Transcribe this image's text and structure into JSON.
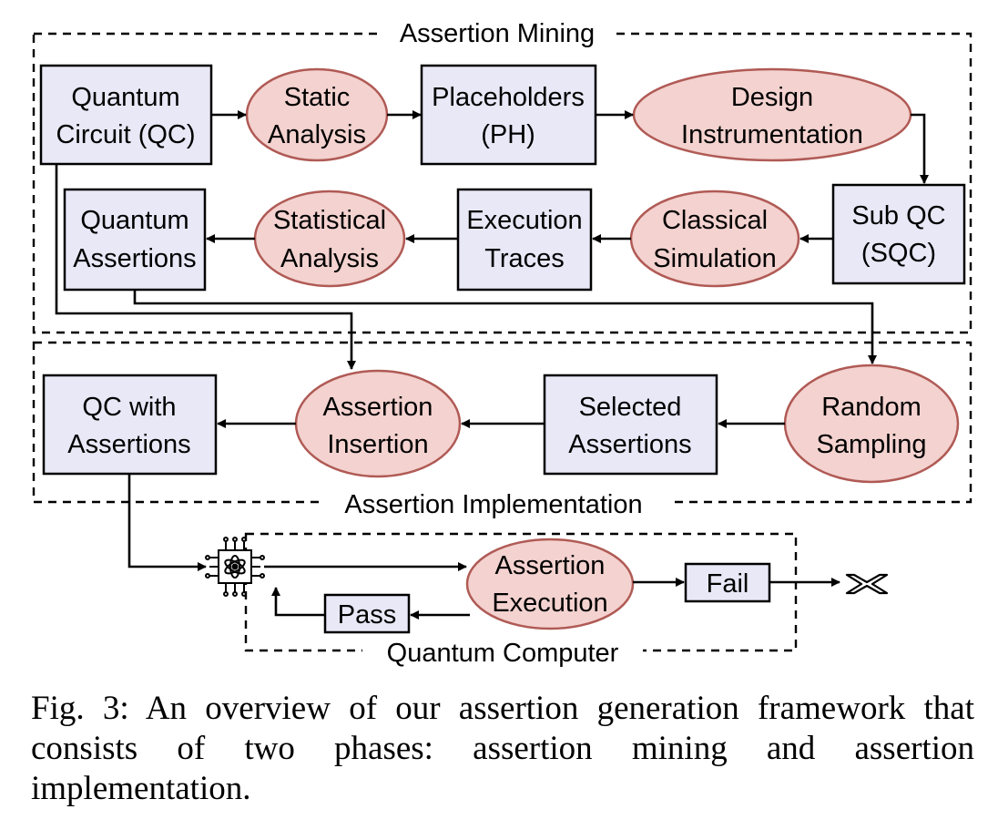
{
  "groups": {
    "mining": "Assertion Mining",
    "implementation": "Assertion Implementation",
    "computer": "Quantum Computer"
  },
  "nodes": {
    "quantum_circuit": [
      "Quantum",
      "Circuit (QC)"
    ],
    "static_analysis": [
      "Static",
      "Analysis"
    ],
    "placeholders": [
      "Placeholders",
      "(PH)"
    ],
    "design_instrumentation": [
      "Design",
      "Instrumentation"
    ],
    "sub_qc": [
      "Sub QC",
      "(SQC)"
    ],
    "classical_simulation": [
      "Classical",
      "Simulation"
    ],
    "execution_traces": [
      "Execution",
      "Traces"
    ],
    "statistical_analysis": [
      "Statistical",
      "Analysis"
    ],
    "quantum_assertions": [
      "Quantum",
      "Assertions"
    ],
    "random_sampling": [
      "Random",
      "Sampling"
    ],
    "selected_assertions": [
      "Selected",
      "Assertions"
    ],
    "assertion_insertion": [
      "Assertion",
      "Insertion"
    ],
    "qc_with_assertions": [
      "QC with",
      "Assertions"
    ],
    "assertion_execution": [
      "Assertion",
      "Execution"
    ],
    "fail": "Fail",
    "pass": "Pass"
  },
  "icons": {
    "processor": "quantum-chip-icon",
    "fail_mark": "cross-icon"
  },
  "colors": {
    "box_fill": "#e8e8f7",
    "oval_fill": "#f3d2cf",
    "oval_stroke": "#b05a55"
  },
  "caption": "Fig. 3: An overview of our assertion generation framework that consists of two phases: assertion mining and assertion implementation."
}
